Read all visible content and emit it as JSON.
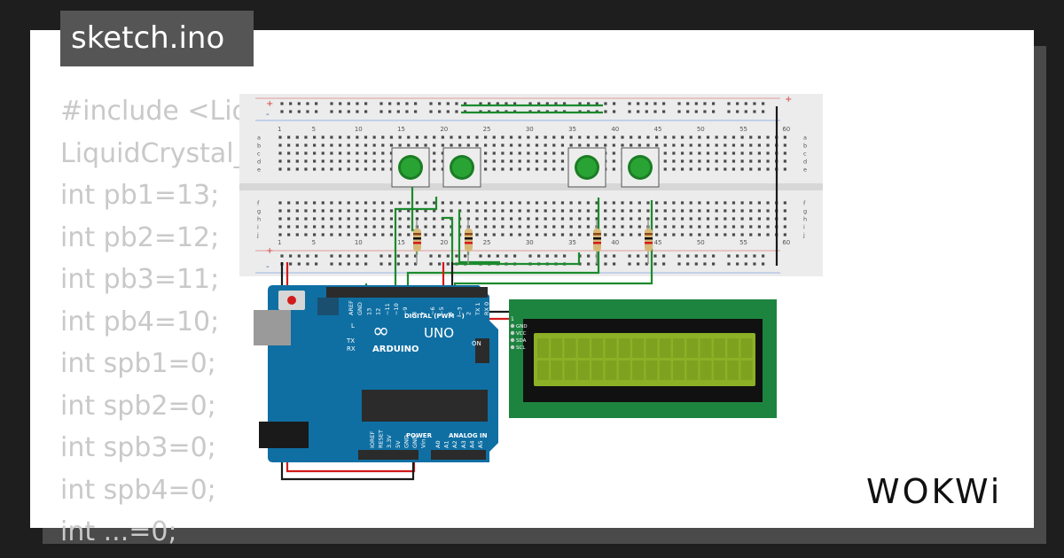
{
  "window": {
    "title": "sketch.ino"
  },
  "code": {
    "lines": [
      "#include <LiquidCrystal_I2C.h>",
      "LiquidCrystal_I2C lcd(0x27,16,2);",
      "int pb1=13;",
      "int pb2=12;",
      "int pb3=11;",
      "int pb4=10;",
      "int spb1=0;",
      "int spb2=0;",
      "int spb3=0;",
      "int spb4=0;",
      "int ...=0;"
    ]
  },
  "breadboard": {
    "top_numbers": [
      "1",
      "5",
      "10",
      "15",
      "20",
      "25",
      "30",
      "35",
      "40",
      "45",
      "50",
      "55",
      "60"
    ],
    "bottom_numbers": [
      "1",
      "5",
      "10",
      "15",
      "20",
      "25",
      "30",
      "35",
      "40",
      "45",
      "50",
      "55",
      "60"
    ],
    "row_letters_top": [
      "a",
      "b",
      "c",
      "d",
      "e"
    ],
    "row_letters_bottom": [
      "f",
      "g",
      "h",
      "i",
      "j"
    ],
    "plus_sign": "+",
    "minus_sign": "-"
  },
  "arduino": {
    "brand": "ARDUINO",
    "model": "UNO",
    "digital_label": "DIGITAL (PWM ~)",
    "power_label": "POWER",
    "analog_label": "ANALOG IN",
    "on_label": "ON",
    "l_label": "L",
    "tx_label": "TX",
    "rx_label": "RX",
    "digital_pins": [
      "AREF",
      "GND",
      "13",
      "12",
      "~11",
      "~10",
      "~9",
      "8",
      "7",
      "~6",
      "~5",
      "4",
      "~3",
      "2",
      "TX 1",
      "RX 0"
    ],
    "power_pins": [
      "IOREF",
      "RESET",
      "3.3V",
      "5V",
      "GND",
      "GND",
      "Vin"
    ],
    "analog_pins": [
      "A0",
      "A1",
      "A2",
      "A3",
      "A4",
      "A5"
    ]
  },
  "lcd": {
    "pins": [
      "GND",
      "VCC",
      "SDA",
      "SCL"
    ],
    "pin1_label": "1"
  },
  "logo": {
    "text": "WOKWi"
  },
  "colors": {
    "background": "#1e1e1e",
    "arduino_blue": "#0f6fa3",
    "wire_green": "#1c8a2e",
    "lcd_board": "#1d8440",
    "lcd_screen": "#8cb126"
  }
}
